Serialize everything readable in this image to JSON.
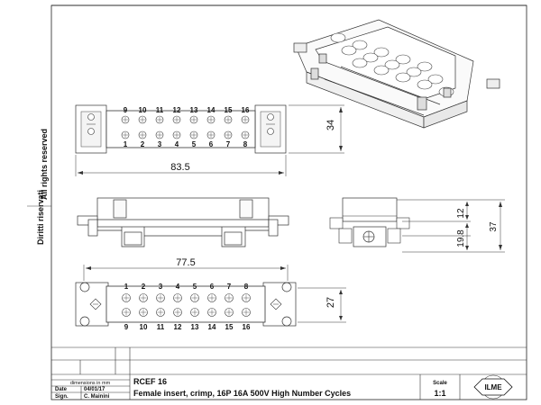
{
  "sidebar": {
    "rights_1": "All rights reserved",
    "rights_2": "Diritti riservati"
  },
  "drawing": {
    "top_view": {
      "numbers_top": [
        "9",
        "10",
        "11",
        "12",
        "13",
        "14",
        "15",
        "16"
      ],
      "numbers_bottom": [
        "1",
        "2",
        "3",
        "4",
        "5",
        "6",
        "7",
        "8"
      ],
      "dim_width": "83.5",
      "dim_height": "34"
    },
    "side_view": {
      "dim_12": "12",
      "dim_19_8": "19.8",
      "dim_37": "37"
    },
    "bottom_view": {
      "numbers_top": [
        "1",
        "2",
        "3",
        "4",
        "5",
        "6",
        "7",
        "8"
      ],
      "numbers_bottom": [
        "9",
        "10",
        "11",
        "12",
        "13",
        "14",
        "15",
        "16"
      ],
      "dim_width": "77.5",
      "dim_height": "27"
    }
  },
  "title_block": {
    "dimensions_note": "dimensions in mm",
    "date_label": "Date",
    "date_value": "04/01/17",
    "sign_label": "Sign.",
    "sign_value": "C. Mainini",
    "part_code": "RCEF 16",
    "description": "Female insert, crimp, 16P 16A 500V High Number Cycles",
    "scale_label": "Scale",
    "scale_value": "1:1",
    "logo_text": "ILME"
  }
}
